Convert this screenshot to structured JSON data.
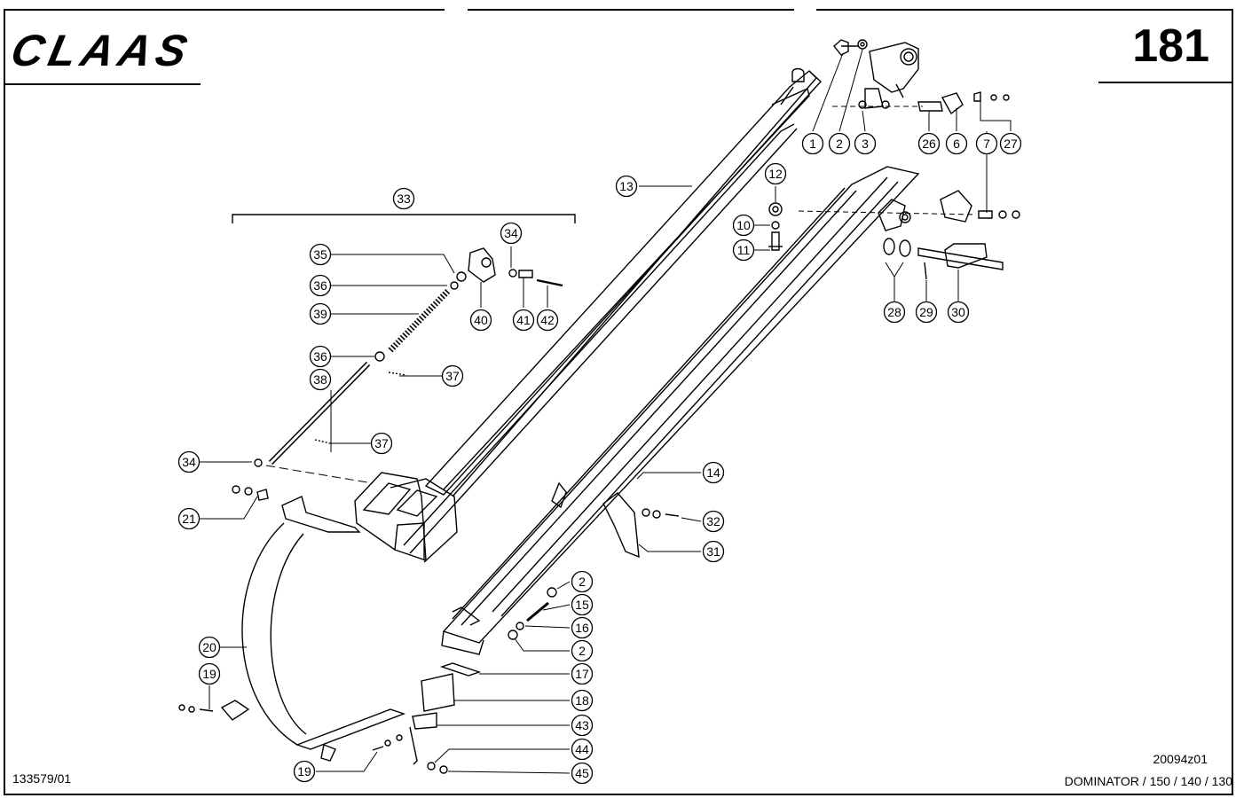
{
  "header": {
    "brand": "CLAAS",
    "page_number": "181"
  },
  "footer": {
    "drawing_ref": "133579/01",
    "figure_ref": "20094z01",
    "model": "DOMINATOR / 150 / 140 / 130"
  },
  "group_label": "33",
  "callouts": [
    "1",
    "2",
    "3",
    "26",
    "6",
    "7",
    "27",
    "13",
    "12",
    "10",
    "11",
    "28",
    "29",
    "30",
    "33",
    "34",
    "35",
    "36",
    "39",
    "40",
    "41",
    "42",
    "36",
    "37",
    "38",
    "37",
    "34",
    "14",
    "21",
    "32",
    "31",
    "2",
    "15",
    "16",
    "2",
    "17",
    "20",
    "19",
    "18",
    "43",
    "44",
    "19",
    "45"
  ]
}
